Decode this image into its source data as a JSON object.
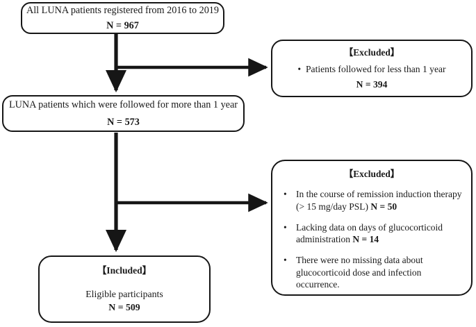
{
  "figure": {
    "type": "flowchart",
    "orientation": "vertical-with-right-branches",
    "line_color": "#161616",
    "background_color": "#ffffff"
  },
  "nodes": {
    "source": {
      "name": "All LUNA patients registered",
      "text": "All LUNA patients registered from 2016 to 2019",
      "count_label": "N = 967",
      "count": 967
    },
    "excluded_1": {
      "header": "【Excluded】",
      "bullet": "Patients followed for less than 1 year",
      "count_label": "N = 394",
      "count": 394
    },
    "followed": {
      "text": "LUNA patients which were followed for more than 1 year",
      "count_label": "N = 573",
      "count": 573
    },
    "excluded_2": {
      "header": "【Excluded】",
      "bullets": [
        {
          "line1": "In the course of remission induction therapy",
          "line2_prefix": "(> 15 mg/day PSL) ",
          "count_label": "N = 50",
          "count": 50
        },
        {
          "line1": "Lacking data on days of glucocorticoid",
          "line2_prefix": "administration ",
          "count_label": "N = 14",
          "count": 14
        },
        {
          "line1": "There were no missing data about",
          "line2_prefix": "glucocorticoid dose and infection",
          "line3": "occurrence.",
          "count_label": "",
          "count": null
        }
      ]
    },
    "included": {
      "header": "【Included】",
      "text": "Eligible participants",
      "count_label": "N = 509",
      "count": 509
    }
  },
  "connectors": [
    {
      "name": "source-to-followed",
      "kind": "arrow-down"
    },
    {
      "name": "source-to-excluded-1",
      "kind": "arrow-right"
    },
    {
      "name": "followed-to-included",
      "kind": "arrow-down"
    },
    {
      "name": "followed-to-excluded-2",
      "kind": "arrow-right"
    }
  ]
}
